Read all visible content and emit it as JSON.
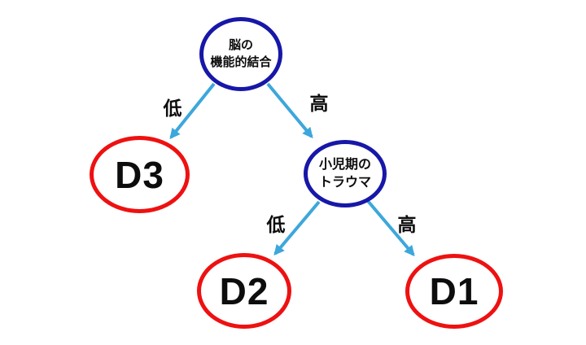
{
  "diagram": {
    "type": "decision-tree",
    "nodes": {
      "root": {
        "id": "root",
        "kind": "decision",
        "line1": "脳の",
        "line2": "機能的結合"
      },
      "trauma": {
        "id": "trauma",
        "kind": "decision",
        "line1": "小児期の",
        "line2": "トラウマ"
      },
      "d3": {
        "id": "d3",
        "kind": "leaf",
        "label": "D3"
      },
      "d2": {
        "id": "d2",
        "kind": "leaf",
        "label": "D2"
      },
      "d1": {
        "id": "d1",
        "kind": "leaf",
        "label": "D1"
      }
    },
    "edges": {
      "root_d3": {
        "from": "root",
        "to": "d3",
        "label": "低"
      },
      "root_trauma": {
        "from": "root",
        "to": "trauma",
        "label": "高"
      },
      "trauma_d2": {
        "from": "trauma",
        "to": "d2",
        "label": "低"
      },
      "trauma_d1": {
        "from": "trauma",
        "to": "d1",
        "label": "高"
      }
    },
    "colors": {
      "decision_border": "#1717A8",
      "leaf_border": "#EE1111",
      "arrow": "#3DA7DC",
      "text": "#0d0d0d",
      "background": "#ffffff"
    }
  }
}
